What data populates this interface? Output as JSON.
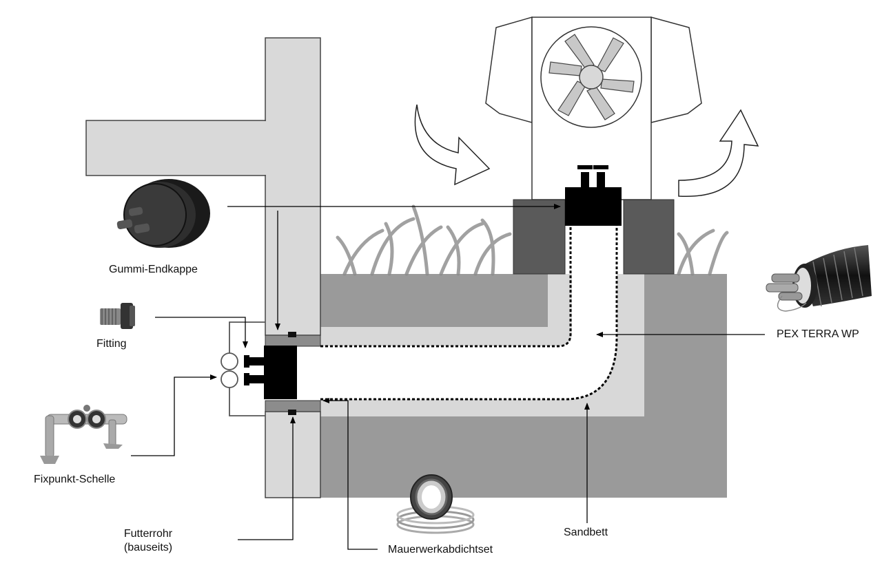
{
  "labels": {
    "gummi_endkappe": "Gummi-Endkappe",
    "fitting": "Fitting",
    "fixpunkt_schelle": "Fixpunkt-Schelle",
    "futterrohr_line1": "Futterrohr",
    "futterrohr_line2": "(bauseits)",
    "mauerwerkabdichtset": "Mauerwerkabdichtset",
    "sandbett": "Sandbett",
    "pex_terra_wp": "PEX TERRA WP"
  },
  "icons": [
    "fan-icon",
    "air-intake-arrow-icon",
    "air-outlet-arrow-icon",
    "grass-icon",
    "rubber-end-cap-photo-icon",
    "fitting-photo-icon",
    "fixpoint-clamp-photo-icon",
    "wall-seal-kit-photo-icon",
    "pex-pipe-photo-icon"
  ]
}
